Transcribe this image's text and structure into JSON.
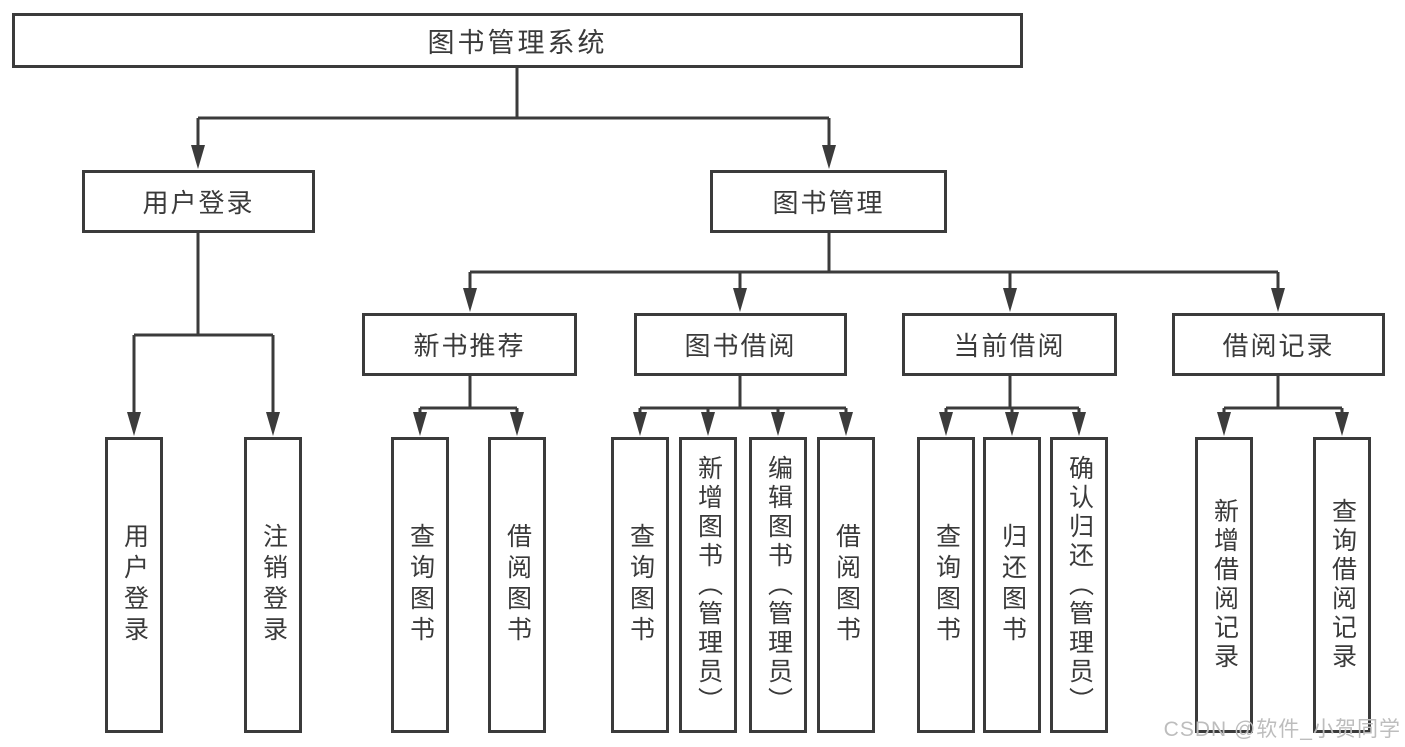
{
  "title": "图书管理系统",
  "colors": {
    "line": "#3b3b3b",
    "text": "#3a3a3a",
    "background": "#ffffff",
    "watermark": "#bdbdbd"
  },
  "tree": {
    "root": {
      "label": "图书管理系统",
      "children": [
        {
          "label": "用户登录",
          "children": [
            {
              "label": "用户登录"
            },
            {
              "label": "注销登录"
            }
          ]
        },
        {
          "label": "图书管理",
          "children": [
            {
              "label": "新书推荐",
              "children": [
                {
                  "label": "查询图书"
                },
                {
                  "label": "借阅图书"
                }
              ]
            },
            {
              "label": "图书借阅",
              "children": [
                {
                  "label": "查询图书"
                },
                {
                  "label": "新增图书（管理员）"
                },
                {
                  "label": "编辑图书（管理员）"
                },
                {
                  "label": "借阅图书"
                }
              ]
            },
            {
              "label": "当前借阅",
              "children": [
                {
                  "label": "查询图书"
                },
                {
                  "label": "归还图书"
                },
                {
                  "label": "确认归还（管理员）"
                }
              ]
            },
            {
              "label": "借阅记录",
              "children": [
                {
                  "label": "新增借阅记录"
                },
                {
                  "label": "查询借阅记录"
                }
              ]
            }
          ]
        }
      ]
    }
  },
  "watermark": "CSDN @软件_小贺同学"
}
